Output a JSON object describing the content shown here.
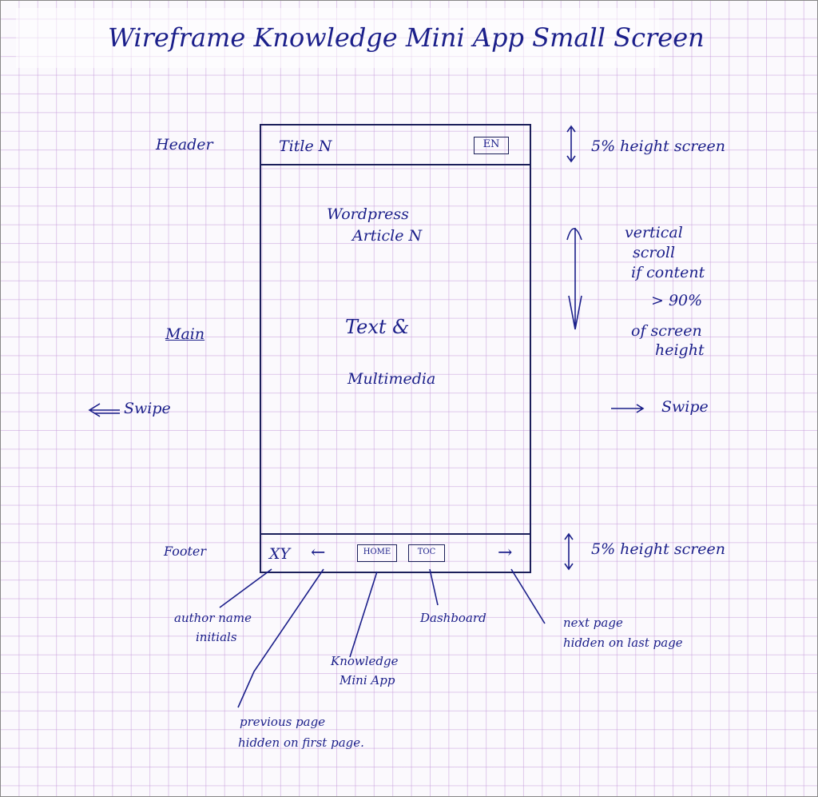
{
  "title": "Wireframe Knowledge Mini App Small Screen",
  "labels": {
    "header": "Header",
    "main": "Main",
    "footer": "Footer"
  },
  "phone": {
    "header": {
      "title": "Title N",
      "lang_button": "EN"
    },
    "main": {
      "line1": "Wordpress",
      "line2": "Article N",
      "line3": "Text &",
      "line4": "Multimedia"
    },
    "footer": {
      "initials": "XY",
      "prev_arrow": "←",
      "home_button": "HOME",
      "toc_button": "TOC",
      "next_arrow": "→"
    }
  },
  "annotations": {
    "header_height": "5% height screen",
    "footer_height": "5% height screen",
    "scroll": [
      "vertical",
      "scroll",
      "if content",
      "> 90%",
      "of screen",
      "height"
    ],
    "swipe_left": "Swipe",
    "swipe_right": "Swipe",
    "author": [
      "author name",
      "initials"
    ],
    "previous": [
      "previous page",
      "hidden on first page."
    ],
    "home": [
      "Knowledge",
      "Mini App"
    ],
    "toc": "Dashboard",
    "next": [
      "next page",
      "hidden on last page"
    ]
  }
}
